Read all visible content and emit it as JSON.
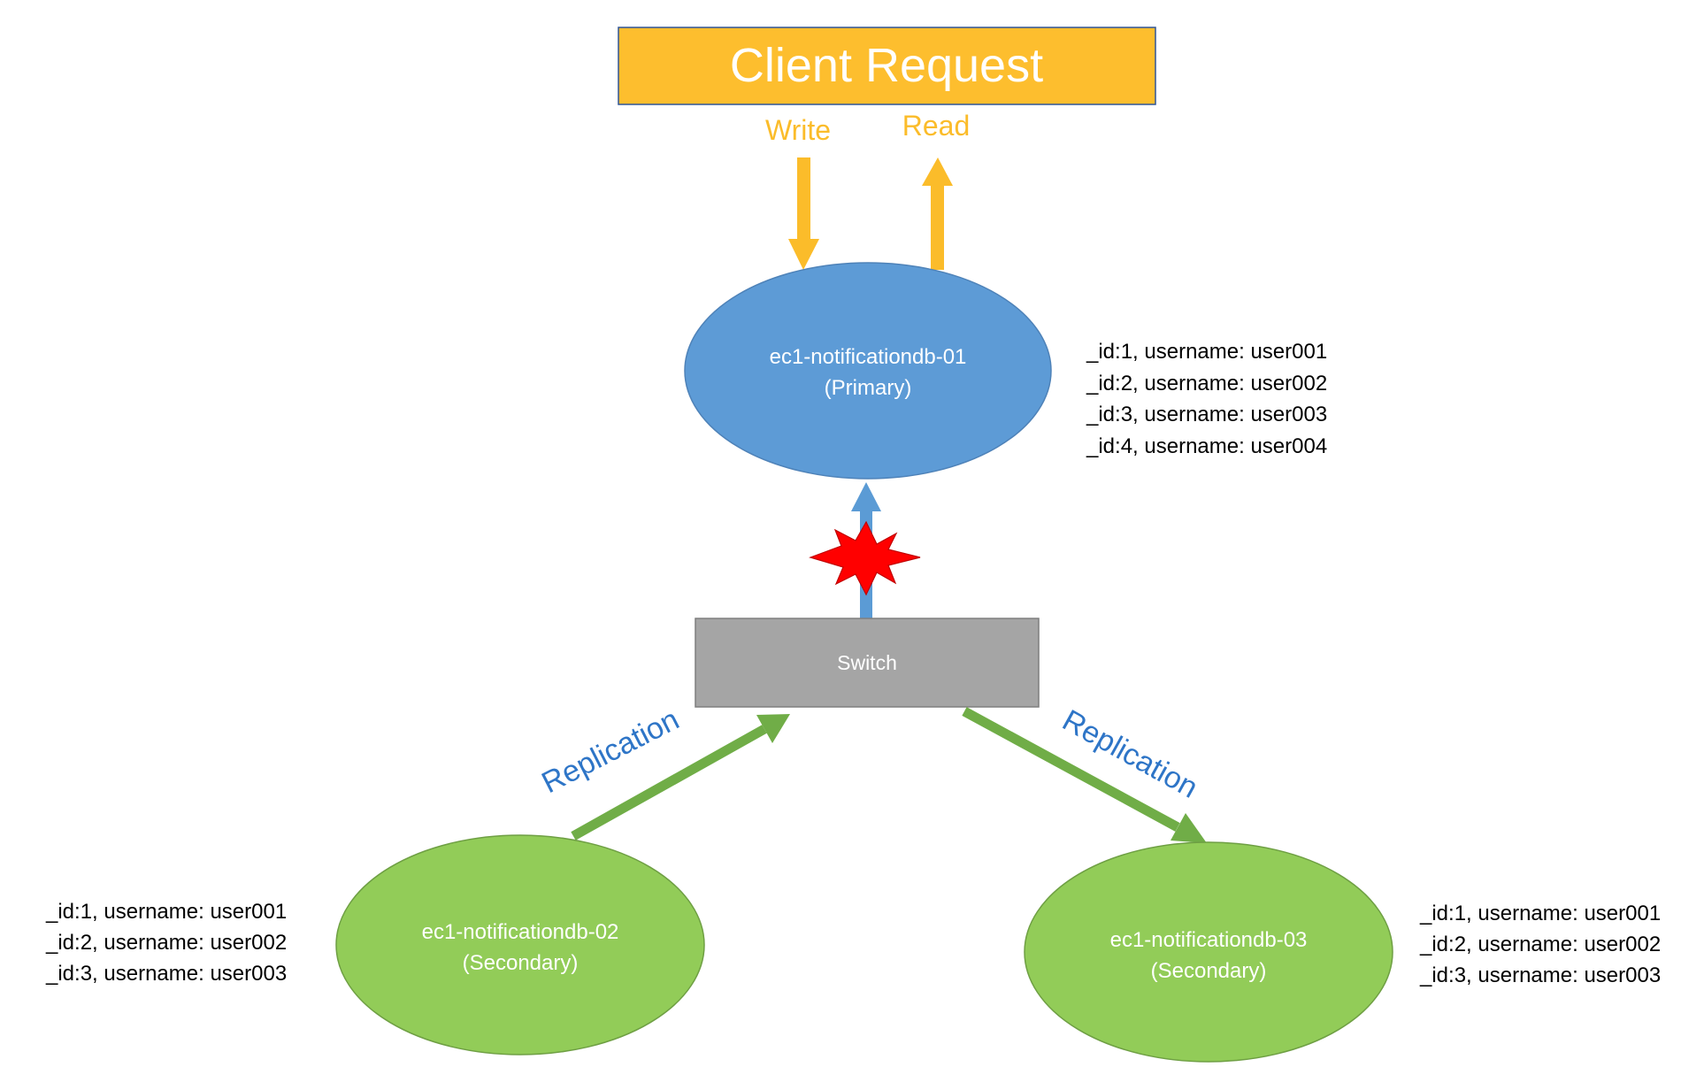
{
  "colors": {
    "client_fill": "#FDBE2E",
    "client_text": "#FFFFFF",
    "client_arrow": "#FBBC2A",
    "primary_fill": "#5D9BD6",
    "primary_border": "#4E82B8",
    "secondary_fill": "#92CC58",
    "secondary_border": "#6E9F43",
    "switch_fill": "#A5A5A5",
    "switch_border": "#7F7F7F",
    "replication_arrow": "#70AD47",
    "replication_text": "#2E75C7",
    "link_arrow": "#5B9BD5",
    "burst_fill": "#FF0000",
    "burst_border": "#C00000",
    "record_text": "#000000"
  },
  "client": {
    "title": "Client Request",
    "write_label": "Write",
    "read_label": "Read"
  },
  "primary": {
    "name": "ec1-notificationdb-01",
    "role": "(Primary)",
    "records": [
      "_id:1, username: user001",
      "_id:2, username: user002",
      "_id:3, username: user003",
      "_id:4, username: user004"
    ]
  },
  "switch": {
    "label": "Switch",
    "link_status_icon": "burst-icon"
  },
  "secondary_left": {
    "name": "ec1-notificationdb-02",
    "role": "(Secondary)",
    "records": [
      "_id:1, username: user001",
      "_id:2, username: user002",
      "_id:3, username: user003"
    ]
  },
  "secondary_right": {
    "name": "ec1-notificationdb-03",
    "role": "(Secondary)",
    "records": [
      "_id:1, username: user001",
      "_id:2, username: user002",
      "_id:3, username: user003"
    ]
  },
  "replication": {
    "left_label": "Replication",
    "right_label": "Replication"
  }
}
